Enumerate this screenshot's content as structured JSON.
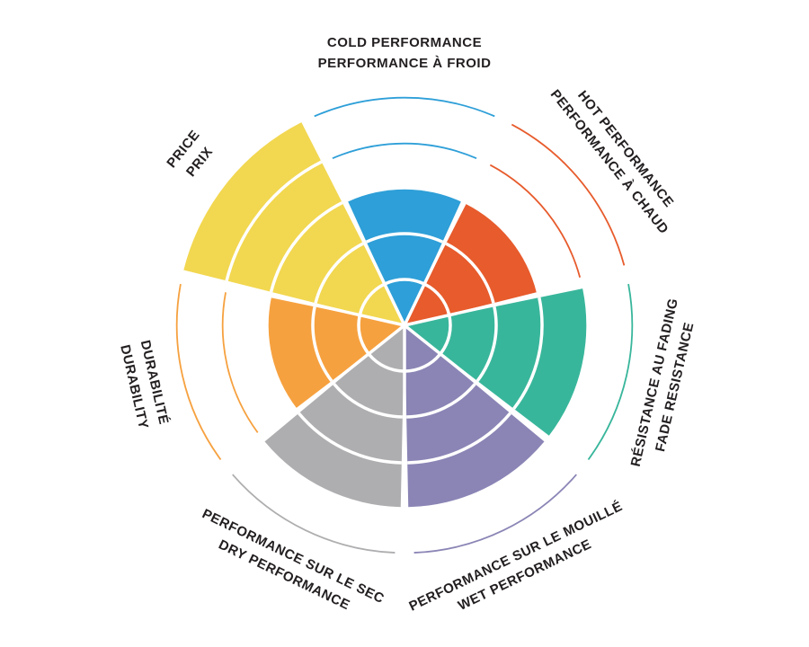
{
  "page": {
    "background_color": "#FFFFFF",
    "text_color": "#231F20"
  },
  "chart_data": {
    "type": "rose",
    "subtype": "polar-sector-rating-wheel",
    "title": "",
    "rings": 5,
    "max_value": 5,
    "grid": "per-sector colored ring arcs",
    "legend_position": "labels around perimeter, bilingual (EN/FR)",
    "sector_order_clockwise_from_top": [
      "cold",
      "hot",
      "fade",
      "wet",
      "dry",
      "durability",
      "price"
    ],
    "sectors": [
      {
        "id": "cold",
        "label_en": "COLD PERFORMANCE",
        "label_fr": "PERFORMANCE À FROID",
        "label_order": [
          "en",
          "fr"
        ],
        "value": 3,
        "color": "#2E9FD8"
      },
      {
        "id": "hot",
        "label_en": "HOT PERFORMANCE",
        "label_fr": "PERFORMANCE À CHAUD",
        "label_order": [
          "en",
          "fr"
        ],
        "value": 3,
        "color": "#E75B2C"
      },
      {
        "id": "fade",
        "label_en": "FADE RESISTANCE",
        "label_fr": "RÉSISTANCE AU FADING",
        "label_order": [
          "fr",
          "en"
        ],
        "value": 4,
        "color": "#38B69B"
      },
      {
        "id": "wet",
        "label_en": "WET PERFORMANCE",
        "label_fr": "PERFORMANCE SUR LE MOUILLÉ",
        "label_order": [
          "fr",
          "en"
        ],
        "value": 4,
        "color": "#8A85B5"
      },
      {
        "id": "dry",
        "label_en": "DRY PERFORMANCE",
        "label_fr": "PERFORMANCE SUR LE SEC",
        "label_order": [
          "fr",
          "en"
        ],
        "value": 4,
        "color": "#AEAEB0"
      },
      {
        "id": "durability",
        "label_en": "DURABILITY",
        "label_fr": "DURABILITÉ",
        "label_order": [
          "fr",
          "en"
        ],
        "value": 3,
        "color": "#F6A13F"
      },
      {
        "id": "price",
        "label_en": "PRICE",
        "label_fr": "PRIX",
        "label_order": [
          "en",
          "fr"
        ],
        "value": 5,
        "color": "#F2D750"
      }
    ]
  }
}
